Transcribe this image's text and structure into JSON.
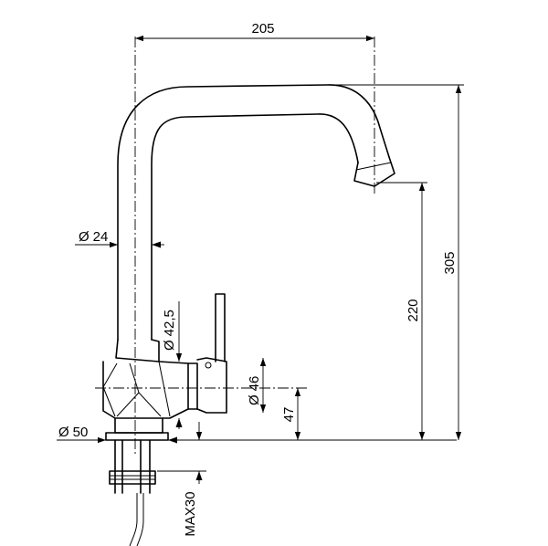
{
  "dimensions": {
    "reach": "205",
    "total_height": "305",
    "spout_height": "220",
    "spout_diameter": "24",
    "body_diameter": "42,5",
    "lever_diameter": "46",
    "body_height": "47",
    "base_diameter": "50",
    "max_countertop": "MAX30"
  },
  "symbols": {
    "diameter": "Ø"
  }
}
